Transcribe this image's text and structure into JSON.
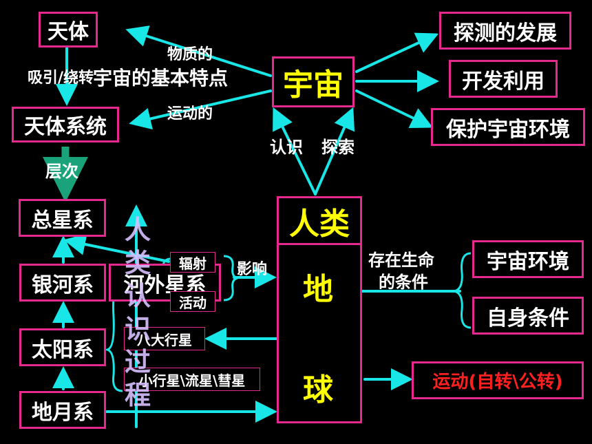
{
  "colors": {
    "background": "#000000",
    "box_border": "#e5298f",
    "arrow": "#19e6e6",
    "arrow_green": "#1aa37a",
    "text": "#ffffff",
    "yellow": "#ffff00",
    "red": "#ff2020",
    "vertical_text": "#d8c0ff"
  },
  "nodes": {
    "tianti": "天体",
    "tianti_xitong": "天体系统",
    "zong_xingxi": "总星系",
    "yinhe_xi": "银河系",
    "hewai_xingxi": "河外星系",
    "taiyang_xi": "太阳系",
    "diyue_xi": "地月系",
    "yuzhou": "宇宙",
    "tance": "探测的发展",
    "kaifa": "开发利用",
    "baohu": "保护宇宙环境",
    "renlei": "人类",
    "di": "地",
    "qiu": "球",
    "yuzhou_huanjing": "宇宙环境",
    "zishen": "自身条件",
    "yundong": "运动(自转\\公转)",
    "fushe": "辐射",
    "huodong": "活动",
    "daxingxing": "八大行星",
    "xiaoxingxing": "小行星\\流星\\彗星"
  },
  "labels": {
    "wuzhi": "物质的",
    "xiyin": "吸引/绕转",
    "jiben": "宇宙的基本特点",
    "yundong_de": "运动的",
    "renshi": "认识",
    "tansuo": "探索",
    "cengci": "层次",
    "yingxiang": "影响",
    "cunzai1": "存在生命",
    "cunzai2": "的条件",
    "vertical": "人类认识过程"
  }
}
